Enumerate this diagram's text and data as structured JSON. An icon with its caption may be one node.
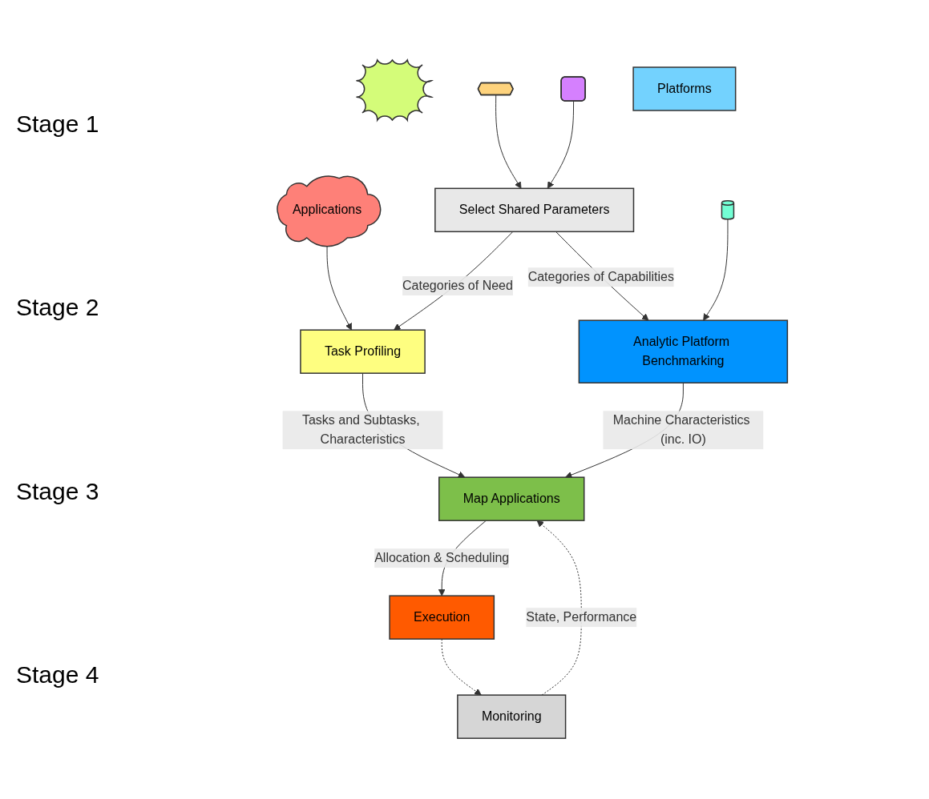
{
  "diagram": {
    "nodes": [
      {
        "text": [],
        "shape": "star"
      },
      {
        "text": [
          "Applications"
        ]
      },
      {
        "text": [],
        "shape": "octagon"
      },
      {
        "text": [
          "Select Shared Parameters"
        ]
      },
      {
        "text": [],
        "shape": "box"
      },
      {
        "text": [
          "Platforms"
        ]
      },
      {
        "text": [],
        "shape": "cylinder"
      },
      {
        "text": [
          "Task Profiling"
        ]
      },
      {
        "text": [
          "Analytic Platform Benchmarking"
        ]
      },
      {
        "text": [
          "Map Applications"
        ]
      },
      {
        "text": [
          "Monitoring"
        ]
      },
      {
        "text": [
          "Execution"
        ]
      }
    ],
    "edges": [
      {
        "from": 2,
        "to": 3,
        "arrow": "to"
      },
      {
        "from": 4,
        "to": 3,
        "arrow": "to"
      },
      {
        "from": 1,
        "to": 7,
        "arrow": "to"
      },
      {
        "from": 3,
        "to": 7,
        "arrow": "to",
        "label": "Categories of Need"
      },
      {
        "from": 3,
        "to": 8,
        "arrow": "to",
        "label": "Categories of Capabilities"
      },
      {
        "from": 6,
        "to": 8,
        "arrow": "to"
      },
      {
        "from": 7,
        "to": 9,
        "arrow": "to",
        "label": "Tasks and Subtasks, Characteristics"
      },
      {
        "from": 8,
        "to": 9,
        "arrow": "to",
        "label": "Machine Characteristics (inc. IO)"
      },
      {
        "from": 10,
        "to": 9,
        "arrow": "to",
        "label": "State, Performance",
        "style": "dashed"
      },
      {
        "from": 9,
        "to": 11,
        "arrow": "to",
        "label": "Allocation & Scheduling"
      },
      {
        "from": 11,
        "to": 10,
        "arrow": "to",
        "style": "dashed"
      }
    ],
    "labels": [
      "Stage 1",
      "Stage 2",
      "Stage 3",
      "Stage 4"
    ]
  }
}
